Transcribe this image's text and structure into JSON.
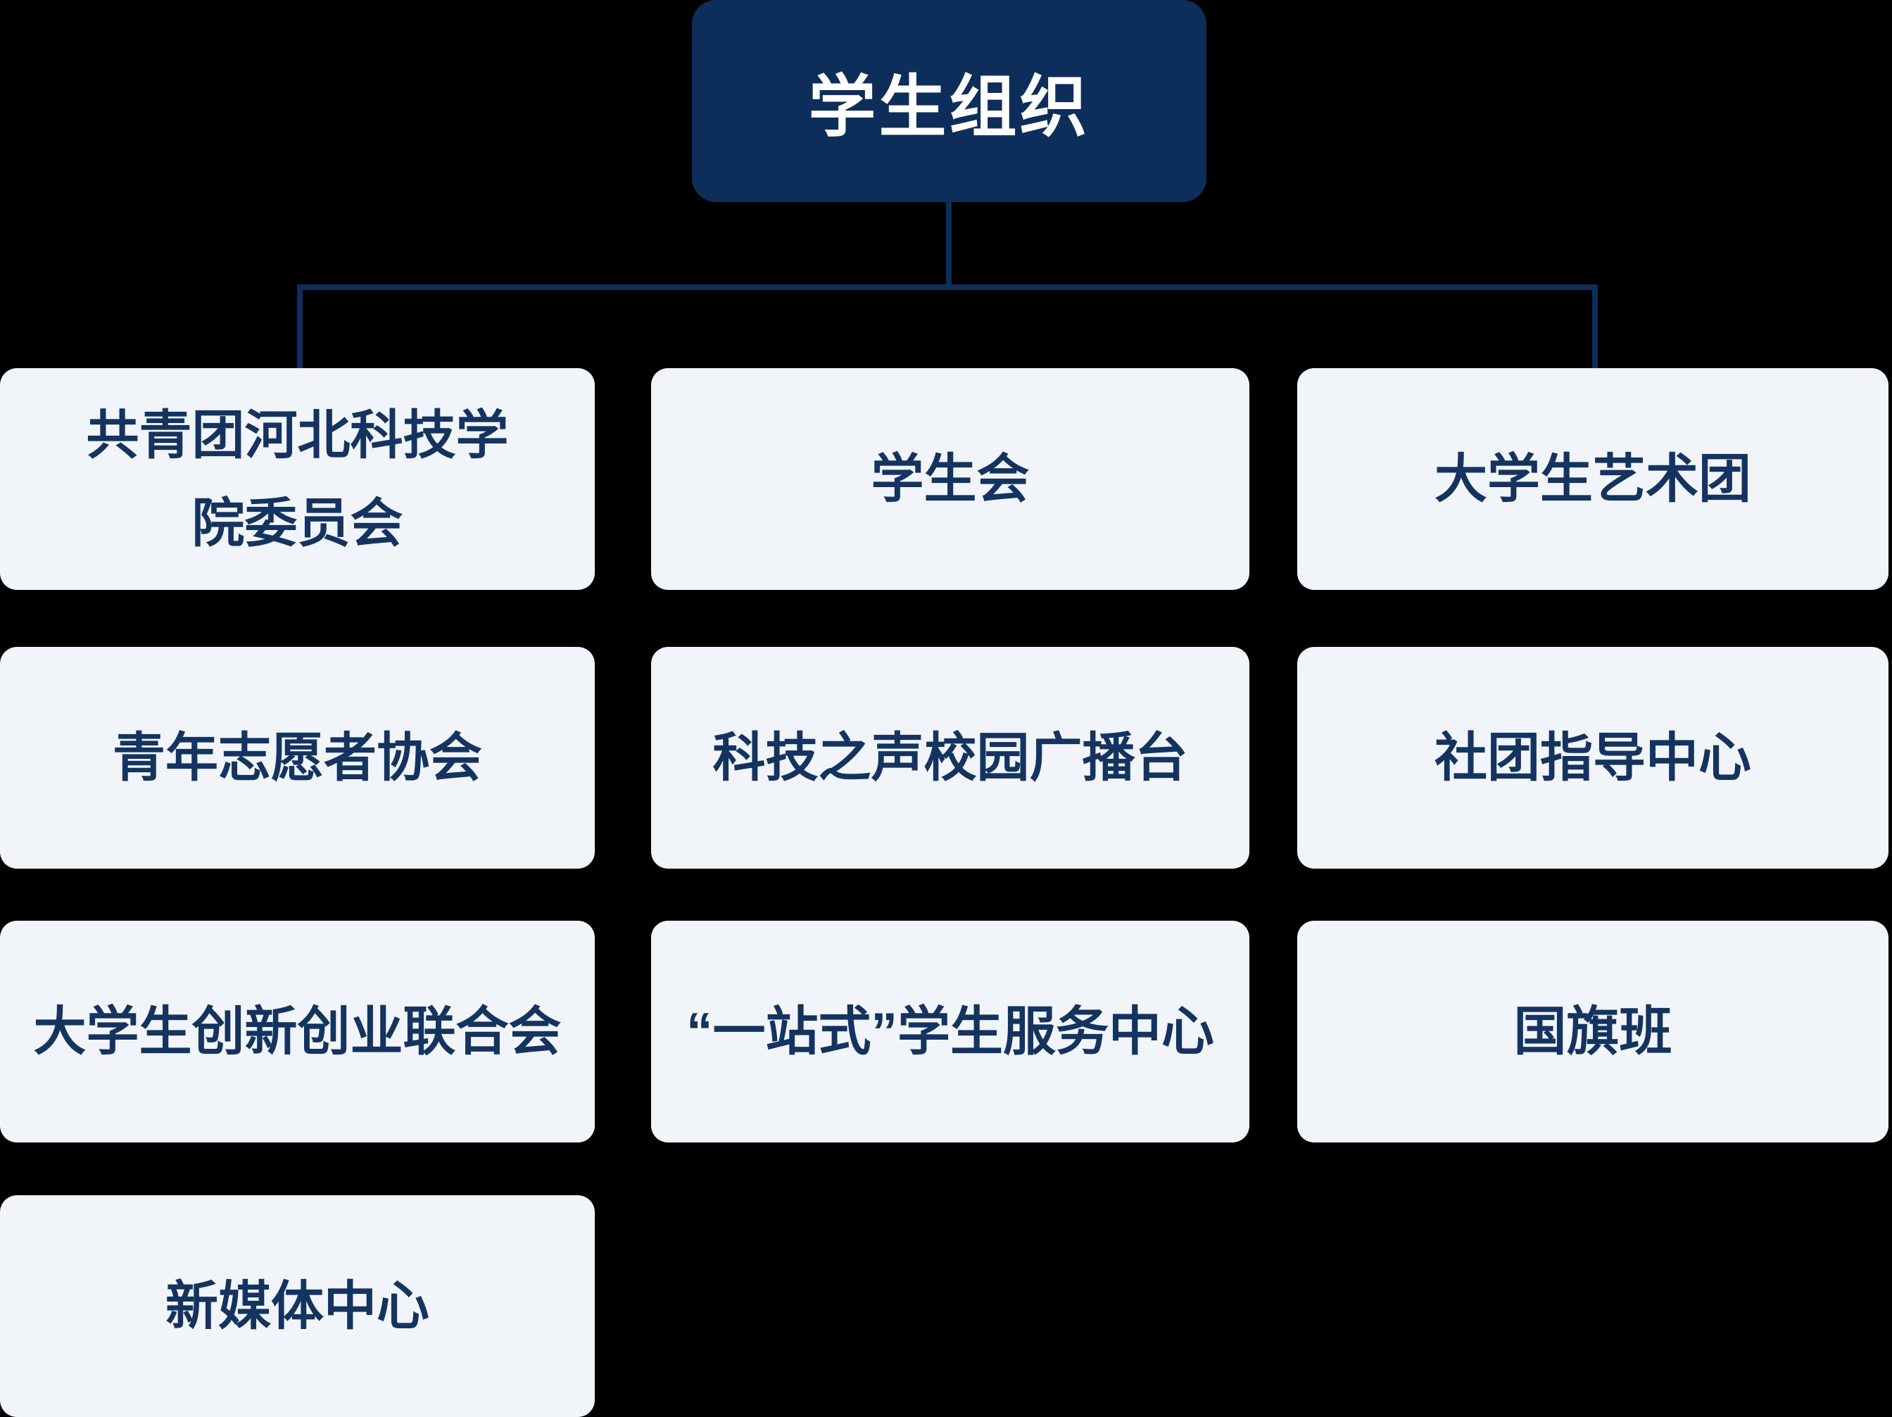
{
  "palette": {
    "background": "#000000",
    "dark_box": "#0d2d5b",
    "light_box": "#f1f5f9",
    "label_text": "#14335f",
    "title_text": "#ffffff",
    "connector": "#0d2d5b"
  },
  "root": {
    "label": "学生组织"
  },
  "columns": [
    {
      "items": [
        {
          "label": "共青团河北科技学\n院委员会"
        },
        {
          "label": "青年志愿者协会"
        },
        {
          "label": "大学生创新创业联合会"
        },
        {
          "label": "新媒体中心"
        }
      ]
    },
    {
      "items": [
        {
          "label": "学生会"
        },
        {
          "label": "科技之声校园广播台"
        },
        {
          "label": "“一站式”学生服务中心"
        }
      ]
    },
    {
      "items": [
        {
          "label": "大学生艺术团"
        },
        {
          "label": "社团指导中心"
        },
        {
          "label": "国旗班"
        }
      ]
    }
  ]
}
